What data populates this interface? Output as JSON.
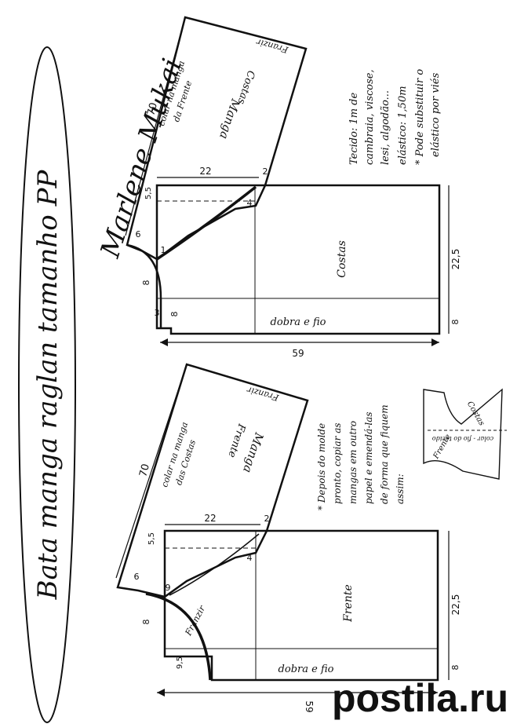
{
  "title": "Bata manga raglan tamanho PP",
  "signature": "Marlene Mukai",
  "watermark": "postila.ru",
  "colors": {
    "ink": "#111111",
    "brand_red": "#e0232d",
    "paper": "#ffffff"
  },
  "back": {
    "sleeve_title": "Manga",
    "sleeve_sub": "Costas",
    "franzir": "Franzir",
    "collar_note_1": "colar na manga",
    "collar_note_2": "da Frente",
    "body_label": "Costas",
    "fold_label": "dobra e fio",
    "dims": {
      "sleeve_len": "70",
      "width": "22",
      "right_height": "22,5",
      "bottom": "59",
      "d2": "2",
      "d4": "4",
      "d5": "5,5",
      "d6": "6",
      "d1": "1",
      "d8a": "8",
      "d8b": "8",
      "d3": "3",
      "d8c": "8"
    }
  },
  "front": {
    "sleeve_title": "Manga",
    "sleeve_sub": "Frente",
    "franzir_top": "Franzir",
    "franzir_neck": "Franzir",
    "collar_note_1": "colar na manga",
    "collar_note_2": "das Costas",
    "body_label": "Frente",
    "fold_label": "dobra e fio",
    "dims": {
      "sleeve_len": "70",
      "width": "22",
      "right_height": "22,5",
      "bottom": "59",
      "d2": "2",
      "d4": "4",
      "d5": "5,5",
      "d6": "6",
      "d9": "9",
      "d8a": "8",
      "d9b": "9,5",
      "d8b": "8"
    }
  },
  "notes": {
    "fabric_1": "Tecido: 1m de",
    "fabric_2": "cambraia, viscose,",
    "fabric_3": "lesi, algodão...",
    "elastic": "elástico: 1,50m",
    "star_1": "* Pode substituir o",
    "star_2": "elástico por viés",
    "after_1": "* Depois do molde",
    "after_2": "pronto, copiar as",
    "after_3": "mangas em outro",
    "after_4": "papel e emendá-las",
    "after_5": "de forma que fiquem",
    "after_6": "assim:"
  },
  "inset": {
    "left": "Frente",
    "right": "Costas",
    "center": "colar - fio do tecido"
  }
}
